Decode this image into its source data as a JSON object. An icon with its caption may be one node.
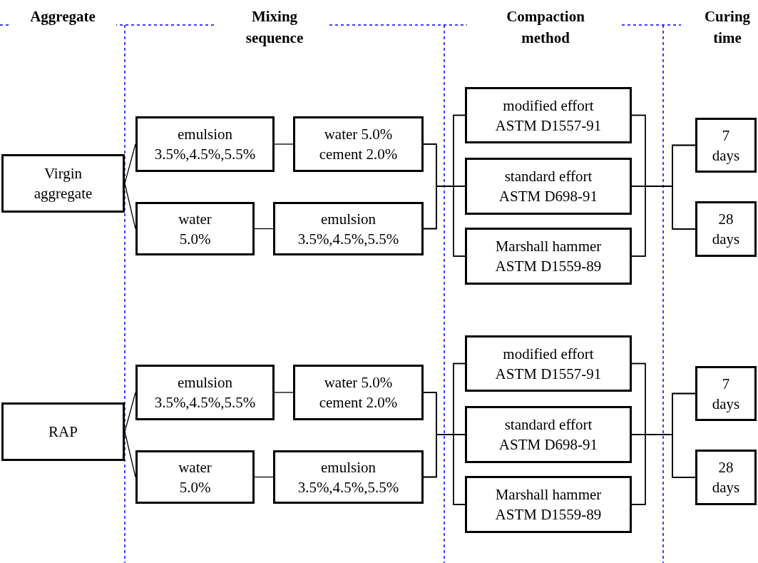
{
  "diagram": {
    "nodes": [
      {
        "text": [
          "Virgin",
          "aggregate"
        ]
      },
      {
        "text": [
          "emulsion",
          "3.5%,4.5%,5.5%"
        ]
      },
      {
        "text": [
          "water 5.0%",
          "cement 2.0%"
        ]
      },
      {
        "text": [
          "water",
          "5.0%"
        ]
      },
      {
        "text": [
          "emulsion",
          "3.5%,4.5%,5.5%"
        ]
      },
      {
        "text": [
          "modified effort",
          "ASTM D1557-91"
        ]
      },
      {
        "text": [
          "standard effort",
          "ASTM D698-91"
        ]
      },
      {
        "text": [
          "Marshall hammer",
          "ASTM D1559-89"
        ]
      },
      {
        "text": [
          "7",
          "days"
        ]
      },
      {
        "text": [
          "28",
          "days"
        ]
      },
      {
        "text": [
          "RAP"
        ]
      },
      {
        "text": [
          "emulsion",
          "3.5%,4.5%,5.5%"
        ]
      },
      {
        "text": [
          "water 5.0%",
          "cement 2.0%"
        ]
      },
      {
        "text": [
          "water",
          "5.0%"
        ]
      },
      {
        "text": [
          "emulsion",
          "3.5%,4.5%,5.5%"
        ]
      },
      {
        "text": [
          "modified effort",
          "ASTM D1557-91"
        ]
      },
      {
        "text": [
          "standard effort",
          "ASTM D698-91"
        ]
      },
      {
        "text": [
          "Marshall hammer",
          "ASTM D1559-89"
        ]
      },
      {
        "text": [
          "7",
          "days"
        ]
      },
      {
        "text": [
          "28",
          "days"
        ]
      }
    ],
    "edges": [
      {
        "from": 0,
        "to": 1,
        "arrow": "none"
      },
      {
        "from": 0,
        "to": 3,
        "arrow": "none"
      },
      {
        "from": 1,
        "to": 2,
        "arrow": "none"
      },
      {
        "from": 3,
        "to": 4,
        "arrow": "none"
      },
      {
        "from": 2,
        "to": 5,
        "arrow": "none"
      },
      {
        "from": 2,
        "to": 6,
        "arrow": "none"
      },
      {
        "from": 2,
        "to": 7,
        "arrow": "none"
      },
      {
        "from": 4,
        "to": 5,
        "arrow": "none"
      },
      {
        "from": 4,
        "to": 6,
        "arrow": "none"
      },
      {
        "from": 4,
        "to": 7,
        "arrow": "none"
      },
      {
        "from": 5,
        "to": 8,
        "arrow": "none"
      },
      {
        "from": 5,
        "to": 9,
        "arrow": "none"
      },
      {
        "from": 6,
        "to": 8,
        "arrow": "none"
      },
      {
        "from": 6,
        "to": 9,
        "arrow": "none"
      },
      {
        "from": 7,
        "to": 8,
        "arrow": "none"
      },
      {
        "from": 7,
        "to": 9,
        "arrow": "none"
      },
      {
        "from": 10,
        "to": 11,
        "arrow": "none"
      },
      {
        "from": 10,
        "to": 13,
        "arrow": "none"
      },
      {
        "from": 11,
        "to": 12,
        "arrow": "none"
      },
      {
        "from": 13,
        "to": 14,
        "arrow": "none"
      },
      {
        "from": 12,
        "to": 15,
        "arrow": "none"
      },
      {
        "from": 12,
        "to": 16,
        "arrow": "none"
      },
      {
        "from": 12,
        "to": 17,
        "arrow": "none"
      },
      {
        "from": 14,
        "to": 15,
        "arrow": "none"
      },
      {
        "from": 14,
        "to": 16,
        "arrow": "none"
      },
      {
        "from": 14,
        "to": 17,
        "arrow": "none"
      },
      {
        "from": 15,
        "to": 18,
        "arrow": "none"
      },
      {
        "from": 15,
        "to": 19,
        "arrow": "none"
      },
      {
        "from": 16,
        "to": 18,
        "arrow": "none"
      },
      {
        "from": 16,
        "to": 19,
        "arrow": "none"
      },
      {
        "from": 17,
        "to": 18,
        "arrow": "none"
      },
      {
        "from": 17,
        "to": 19,
        "arrow": "none"
      }
    ],
    "labels": [
      "Aggregate",
      "Mixing sequence",
      "Compaction method",
      "Curing time"
    ]
  }
}
